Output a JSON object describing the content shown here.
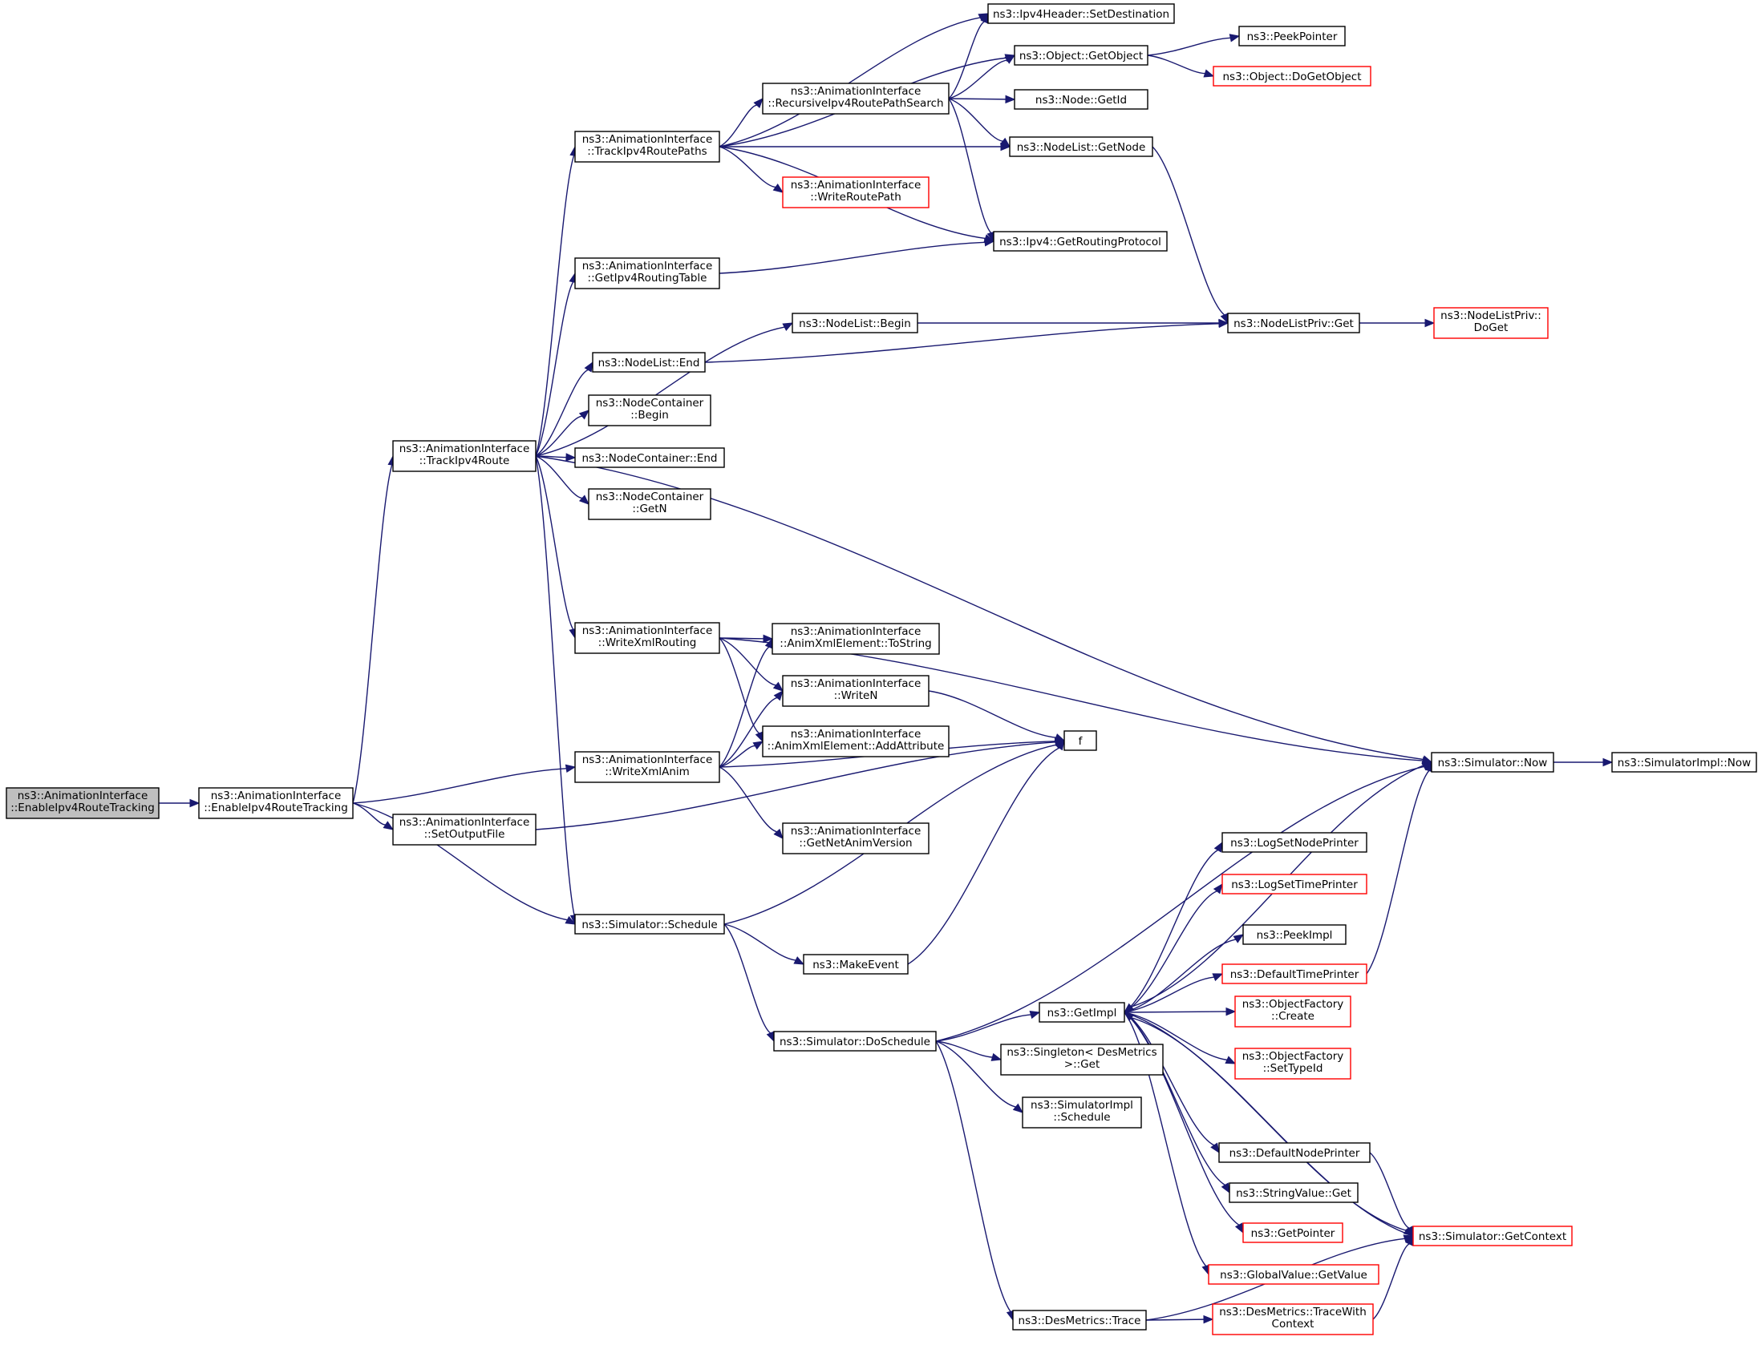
{
  "colors": {
    "edge": "#191970",
    "node_border": "#000000",
    "node_border_truncated": "#ff0000",
    "node_fill": "#ffffff",
    "root_fill": "#bfbfbf"
  },
  "nodes": {
    "root": {
      "lines": [
        "ns3::AnimationInterface",
        "::EnableIpv4RouteTracking"
      ],
      "root": true
    },
    "enable": {
      "lines": [
        "ns3::AnimationInterface",
        "::EnableIpv4RouteTracking"
      ]
    },
    "track": {
      "lines": [
        "ns3::AnimationInterface",
        "::TrackIpv4Route"
      ]
    },
    "setoutput": {
      "lines": [
        "ns3::AnimationInterface",
        "::SetOutputFile"
      ]
    },
    "schedule": {
      "lines": [
        "ns3::Simulator::Schedule"
      ]
    },
    "trackpaths": {
      "lines": [
        "ns3::AnimationInterface",
        "::TrackIpv4RoutePaths"
      ]
    },
    "getrouting": {
      "lines": [
        "ns3::AnimationInterface",
        "::GetIpv4RoutingTable"
      ]
    },
    "nlbegin": {
      "lines": [
        "ns3::NodeList::Begin"
      ]
    },
    "nlend": {
      "lines": [
        "ns3::NodeList::End"
      ]
    },
    "ncbegin": {
      "lines": [
        "ns3::NodeContainer",
        "::Begin"
      ]
    },
    "ncend": {
      "lines": [
        "ns3::NodeContainer::End"
      ]
    },
    "ncgetn": {
      "lines": [
        "ns3::NodeContainer",
        "::GetN"
      ]
    },
    "wxrouting": {
      "lines": [
        "ns3::AnimationInterface",
        "::WriteXmlRouting"
      ]
    },
    "wxanim": {
      "lines": [
        "ns3::AnimationInterface",
        "::WriteXmlAnim"
      ]
    },
    "makeevent": {
      "lines": [
        "ns3::MakeEvent"
      ]
    },
    "doschedule": {
      "lines": [
        "ns3::Simulator::DoSchedule"
      ]
    },
    "recursive": {
      "lines": [
        "ns3::AnimationInterface",
        "::RecursiveIpv4RoutePathSearch"
      ]
    },
    "writeroute": {
      "lines": [
        "ns3::AnimationInterface",
        "::WriteRoutePath"
      ],
      "truncated": true
    },
    "tostring": {
      "lines": [
        "ns3::AnimationInterface",
        "::AnimXmlElement::ToString"
      ]
    },
    "writen": {
      "lines": [
        "ns3::AnimationInterface",
        "::WriteN"
      ]
    },
    "addattr": {
      "lines": [
        "ns3::AnimationInterface",
        "::AnimXmlElement::AddAttribute"
      ]
    },
    "netanim": {
      "lines": [
        "ns3::AnimationInterface",
        "::GetNetAnimVersion"
      ]
    },
    "setdest": {
      "lines": [
        "ns3::Ipv4Header::SetDestination"
      ]
    },
    "getobject": {
      "lines": [
        "ns3::Object::GetObject"
      ]
    },
    "nodegetid": {
      "lines": [
        "ns3::Node::GetId"
      ]
    },
    "nlgetnode": {
      "lines": [
        "ns3::NodeList::GetNode"
      ]
    },
    "ipv4routing": {
      "lines": [
        "ns3::Ipv4::GetRoutingProtocol"
      ]
    },
    "nlpget": {
      "lines": [
        "ns3::NodeListPriv::Get"
      ]
    },
    "f": {
      "lines": [
        "f"
      ]
    },
    "getimpl": {
      "lines": [
        "ns3::GetImpl"
      ]
    },
    "singleton": {
      "lines": [
        "ns3::Singleton< DesMetrics",
        ">::Get"
      ]
    },
    "simschedule": {
      "lines": [
        "ns3::SimulatorImpl",
        "::Schedule"
      ]
    },
    "destrace": {
      "lines": [
        "ns3::DesMetrics::Trace"
      ]
    },
    "peekpointer": {
      "lines": [
        "ns3::PeekPointer"
      ]
    },
    "dogetobject": {
      "lines": [
        "ns3::Object::DoGetObject"
      ],
      "truncated": true
    },
    "nlpdoget": {
      "lines": [
        "ns3::NodeListPriv::",
        "DoGet"
      ],
      "truncated": true
    },
    "simnow": {
      "lines": [
        "ns3::Simulator::Now"
      ]
    },
    "simimplnow": {
      "lines": [
        "ns3::SimulatorImpl::Now"
      ]
    },
    "lognode": {
      "lines": [
        "ns3::LogSetNodePrinter"
      ]
    },
    "logtime": {
      "lines": [
        "ns3::LogSetTimePrinter"
      ],
      "truncated": true
    },
    "peekimpl": {
      "lines": [
        "ns3::PeekImpl"
      ]
    },
    "deftime": {
      "lines": [
        "ns3::DefaultTimePrinter"
      ],
      "truncated": true
    },
    "ofcreate": {
      "lines": [
        "ns3::ObjectFactory",
        "::Create"
      ],
      "truncated": true
    },
    "ofsettype": {
      "lines": [
        "ns3::ObjectFactory",
        "::SetTypeId"
      ],
      "truncated": true
    },
    "defnode": {
      "lines": [
        "ns3::DefaultNodePrinter"
      ]
    },
    "strget": {
      "lines": [
        "ns3::StringValue::Get"
      ]
    },
    "getpointer": {
      "lines": [
        "ns3::GetPointer"
      ],
      "truncated": true
    },
    "gvgetvalue": {
      "lines": [
        "ns3::GlobalValue::GetValue"
      ],
      "truncated": true
    },
    "getcontext": {
      "lines": [
        "ns3::Simulator::GetContext"
      ],
      "truncated": true
    },
    "tracewith": {
      "lines": [
        "ns3::DesMetrics::TraceWith",
        "Context"
      ],
      "truncated": true
    }
  },
  "edges": [
    [
      "root",
      "enable"
    ],
    [
      "enable",
      "track"
    ],
    [
      "enable",
      "wxanim"
    ],
    [
      "enable",
      "setoutput"
    ],
    [
      "enable",
      "schedule"
    ],
    [
      "track",
      "trackpaths"
    ],
    [
      "track",
      "getrouting"
    ],
    [
      "track",
      "nlbegin"
    ],
    [
      "track",
      "nlend"
    ],
    [
      "track",
      "ncbegin"
    ],
    [
      "track",
      "ncend"
    ],
    [
      "track",
      "ncgetn"
    ],
    [
      "track",
      "simnow"
    ],
    [
      "track",
      "wxrouting"
    ],
    [
      "track",
      "schedule"
    ],
    [
      "trackpaths",
      "setdest"
    ],
    [
      "trackpaths",
      "getobject"
    ],
    [
      "trackpaths",
      "recursive"
    ],
    [
      "trackpaths",
      "nlgetnode"
    ],
    [
      "trackpaths",
      "writeroute"
    ],
    [
      "trackpaths",
      "ipv4routing"
    ],
    [
      "recursive",
      "setdest"
    ],
    [
      "recursive",
      "getobject"
    ],
    [
      "recursive",
      "nodegetid"
    ],
    [
      "recursive",
      "nlgetnode"
    ],
    [
      "recursive",
      "ipv4routing"
    ],
    [
      "getobject",
      "peekpointer"
    ],
    [
      "getobject",
      "dogetobject"
    ],
    [
      "nlgetnode",
      "nlpget"
    ],
    [
      "getrouting",
      "ipv4routing"
    ],
    [
      "nlbegin",
      "nlpget"
    ],
    [
      "nlend",
      "nlpget"
    ],
    [
      "nlpget",
      "nlpdoget"
    ],
    [
      "wxrouting",
      "tostring"
    ],
    [
      "wxrouting",
      "writen"
    ],
    [
      "wxrouting",
      "addattr"
    ],
    [
      "wxrouting",
      "simnow"
    ],
    [
      "wxanim",
      "tostring"
    ],
    [
      "wxanim",
      "writen"
    ],
    [
      "wxanim",
      "addattr"
    ],
    [
      "wxanim",
      "f"
    ],
    [
      "wxanim",
      "netanim"
    ],
    [
      "writen",
      "f"
    ],
    [
      "setoutput",
      "f"
    ],
    [
      "schedule",
      "f"
    ],
    [
      "schedule",
      "makeevent"
    ],
    [
      "schedule",
      "doschedule"
    ],
    [
      "makeevent",
      "f"
    ],
    [
      "doschedule",
      "simnow"
    ],
    [
      "doschedule",
      "getimpl"
    ],
    [
      "doschedule",
      "singleton"
    ],
    [
      "doschedule",
      "simschedule"
    ],
    [
      "doschedule",
      "destrace"
    ],
    [
      "simnow",
      "simimplnow"
    ],
    [
      "simnow",
      "getimpl"
    ],
    [
      "getimpl",
      "lognode"
    ],
    [
      "getimpl",
      "logtime"
    ],
    [
      "getimpl",
      "peekimpl"
    ],
    [
      "getimpl",
      "deftime"
    ],
    [
      "getimpl",
      "ofcreate"
    ],
    [
      "getimpl",
      "ofsettype"
    ],
    [
      "getimpl",
      "defnode"
    ],
    [
      "getimpl",
      "strget"
    ],
    [
      "getimpl",
      "getpointer"
    ],
    [
      "getimpl",
      "gvgetvalue"
    ],
    [
      "getimpl",
      "getcontext"
    ],
    [
      "deftime",
      "simnow"
    ],
    [
      "defnode",
      "getcontext"
    ],
    [
      "getcontext",
      "getimpl"
    ],
    [
      "destrace",
      "tracewith"
    ],
    [
      "destrace",
      "getcontext"
    ],
    [
      "tracewith",
      "getcontext"
    ]
  ]
}
